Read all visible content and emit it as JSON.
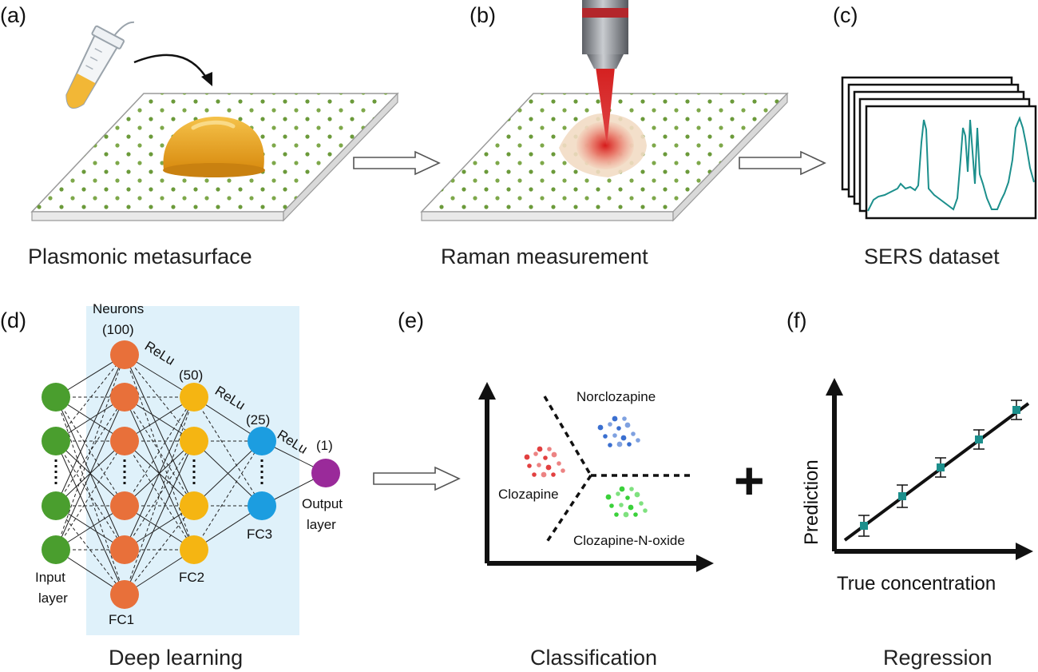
{
  "panels": [
    {
      "id": "a",
      "letter": "(a)",
      "caption": "Plasmonic metasurface"
    },
    {
      "id": "b",
      "letter": "(b)",
      "caption": "Raman measurement"
    },
    {
      "id": "c",
      "letter": "(c)",
      "caption": "SERS dataset"
    },
    {
      "id": "d",
      "letter": "(d)",
      "caption": "Deep learning"
    },
    {
      "id": "e",
      "letter": "(e)",
      "caption": "Classification"
    },
    {
      "id": "f",
      "letter": "(f)",
      "caption": "Regression"
    }
  ],
  "network": {
    "neurons_label": "Neurons",
    "layers": [
      {
        "name": "input",
        "label_line1": "Input",
        "label_line2": "layer",
        "color": "#4a9e2e"
      },
      {
        "name": "fc1",
        "count": "(100)",
        "label": "FC1",
        "color": "#e8703a"
      },
      {
        "name": "fc2",
        "count": "(50)",
        "label": "FC2",
        "color": "#f5b512"
      },
      {
        "name": "fc3",
        "count": "(25)",
        "label": "FC3",
        "color": "#1c9de0"
      },
      {
        "name": "output",
        "count": "(1)",
        "label_line1": "Output",
        "label_line2": "layer",
        "color": "#9a2a9a"
      }
    ],
    "activation": "ReLu",
    "background_color": "#dff1fa"
  },
  "classification": {
    "classes": [
      {
        "name": "Norclozapine",
        "color": "#3a6fd0"
      },
      {
        "name": "Clozapine",
        "color": "#e24040"
      },
      {
        "name": "Clozapine-N-oxide",
        "color": "#3ad13a"
      }
    ]
  },
  "regression": {
    "ylabel": "Prediction",
    "xlabel": "True concentration",
    "marker_color": "#1c8f8c"
  },
  "plus_symbol": "+",
  "colors": {
    "droplet": "#e8a21a",
    "laser": "#cc1f1f",
    "spectrum": "#1c8f8c",
    "objective": "#7a7d82"
  }
}
